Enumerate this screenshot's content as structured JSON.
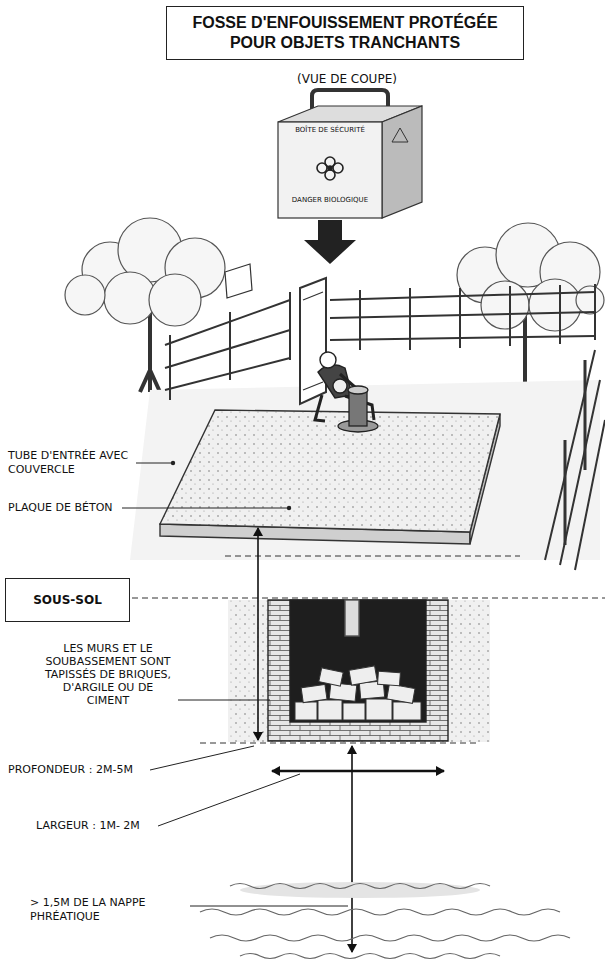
{
  "diagram": {
    "title": "FOSSE D'ENFOUISSEMENT PROTÉGÉE POUR OBJETS TRANCHANTS",
    "nodes": [
      {
        "text": [
          "SOUS-SOL"
        ]
      }
    ],
    "labels": [
      "(VUE DE COUPE)",
      "BOÎTE DE SÉCURITÉ",
      "DANGER BIOLOGIQUE",
      "TUBE D'ENTRÉE AVEC COUVERCLE",
      "PLAQUE DE BÉTON",
      "LES MURS ET LE SOUBASSEMENT SONT TAPISSÉS DE BRIQUES, D'ARGILE OU DE CIMENT",
      "PROFONDEUR : 2M-5M",
      "LARGEUR : 1M- 2M",
      "> 1,5M DE LA NAPPE PHRÉATIQUE"
    ]
  }
}
